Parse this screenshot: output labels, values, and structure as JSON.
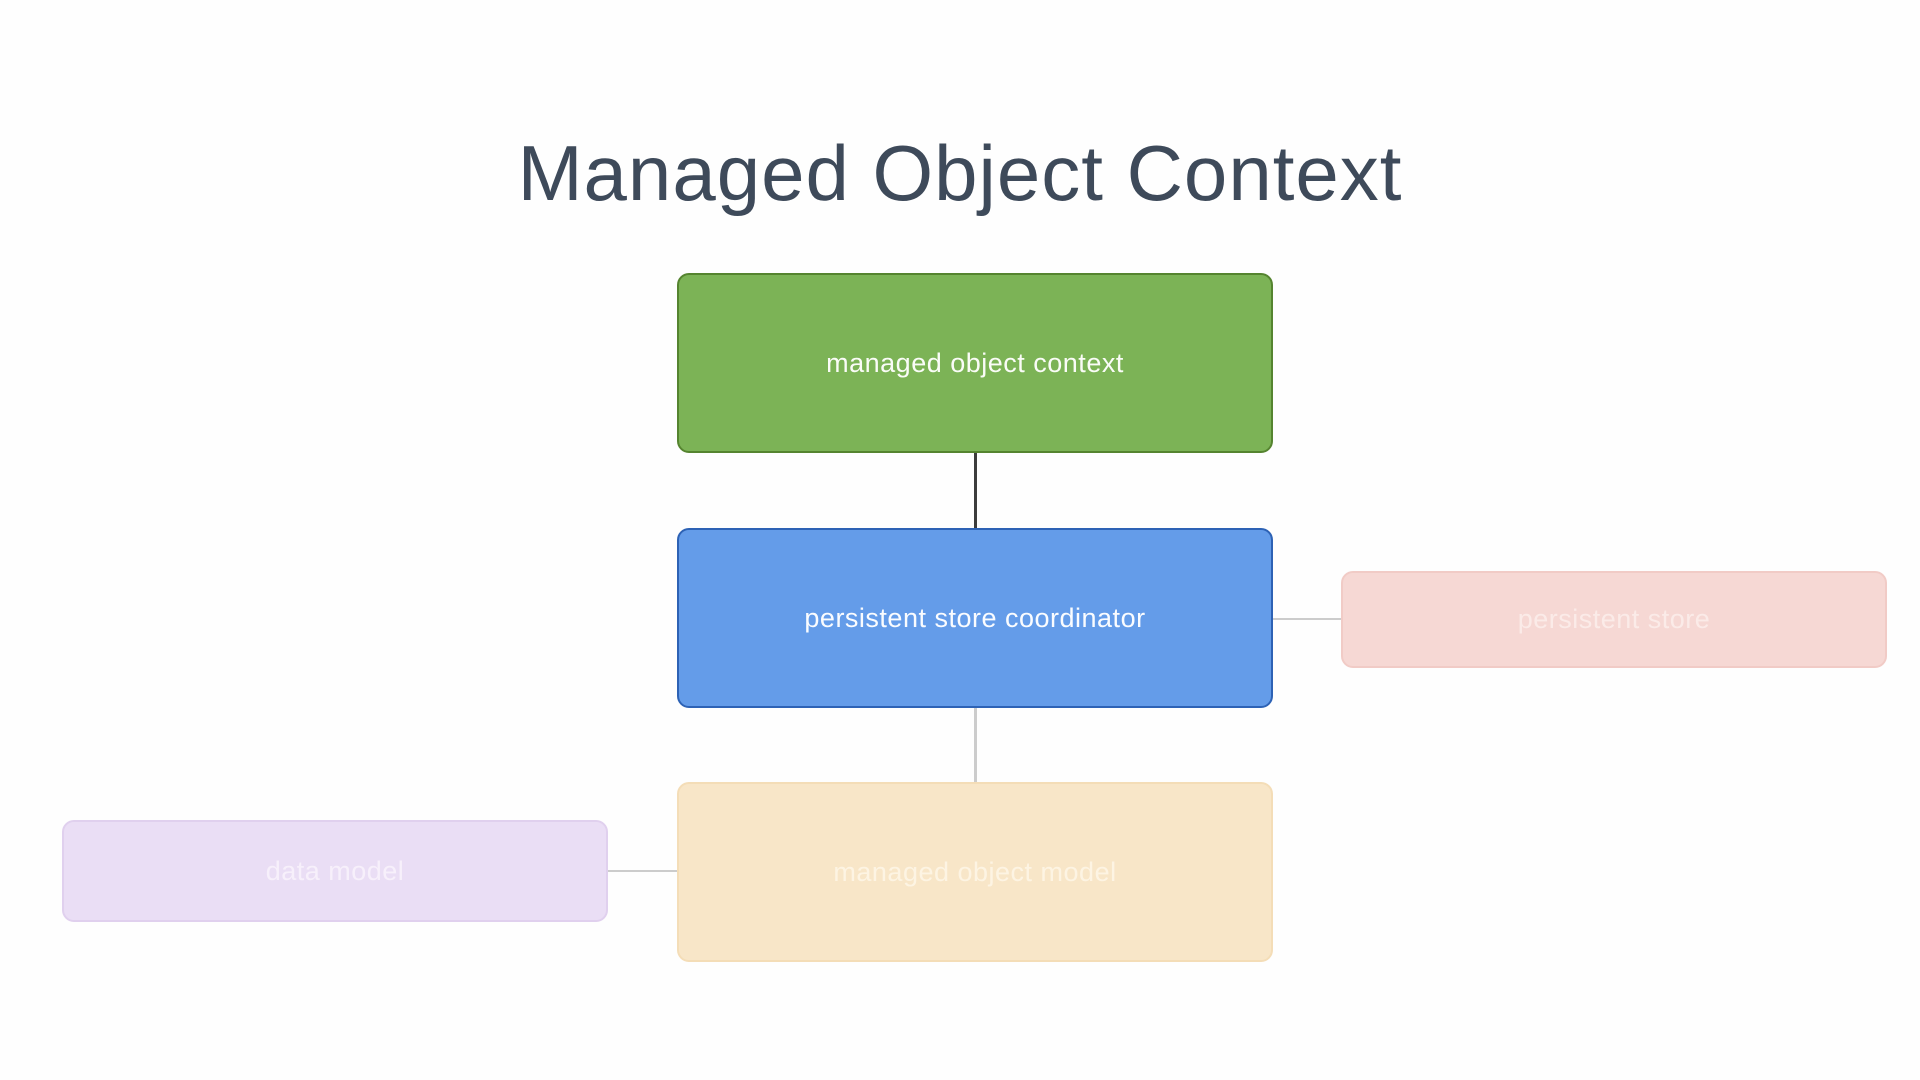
{
  "title": "Managed Object Context",
  "diagram": {
    "nodes": {
      "managed_object_context": {
        "label": "managed object context",
        "fill": "#7cb356",
        "border": "#55842f",
        "text_color": "#fafcf7"
      },
      "persistent_store_coordinator": {
        "label": "persistent store coordinator",
        "fill": "#649ce9",
        "border": "#2d62b5",
        "text_color": "#fafcff"
      },
      "persistent_store": {
        "label": "persistent store",
        "fill": "#f6d8d4",
        "border": "#f1cbc6",
        "text_color": "#fbebe8"
      },
      "managed_object_model": {
        "label": "managed object model",
        "fill": "#f8e6c8",
        "border": "#f4ddb7",
        "text_color": "#fdf4e3"
      },
      "data_model": {
        "label": "data model",
        "fill": "#eadef5",
        "border": "#e0d0ee",
        "text_color": "#f7f0fb"
      }
    },
    "connectors": {
      "dark": "#3c3c3c",
      "light": "#cccccc"
    }
  }
}
